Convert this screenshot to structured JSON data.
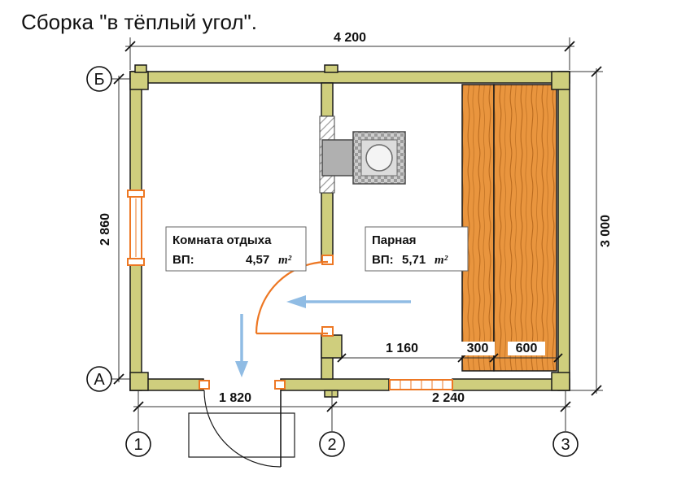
{
  "title": "Сборка \"в тёплый угол\".",
  "axes": {
    "row_top": "Б",
    "row_bottom": "А",
    "col_left": "1",
    "col_mid": "2",
    "col_right": "3"
  },
  "dims": {
    "total_width": "4 200",
    "inner_height": "2 860",
    "total_height": "3 000",
    "span_1_2": "1 820",
    "span_2_3": "2 240",
    "bench_offset": "1 160",
    "bench_narrow": "300",
    "bench_wide": "600"
  },
  "rooms": {
    "rest": {
      "name": "Комната отдыха",
      "area_label": "ВП:",
      "area_value": "4,57",
      "area_unit": "m²"
    },
    "steam": {
      "name": "Парная",
      "area_label": "ВП:",
      "area_value": "5,71",
      "area_unit": "m²"
    }
  },
  "colors": {
    "wall": "#cfce7d",
    "wood": "#e9953e",
    "grain": "#b96a1e",
    "accent": "#ed7723",
    "arrow": "#90bce4",
    "line": "#1a1a1a"
  }
}
